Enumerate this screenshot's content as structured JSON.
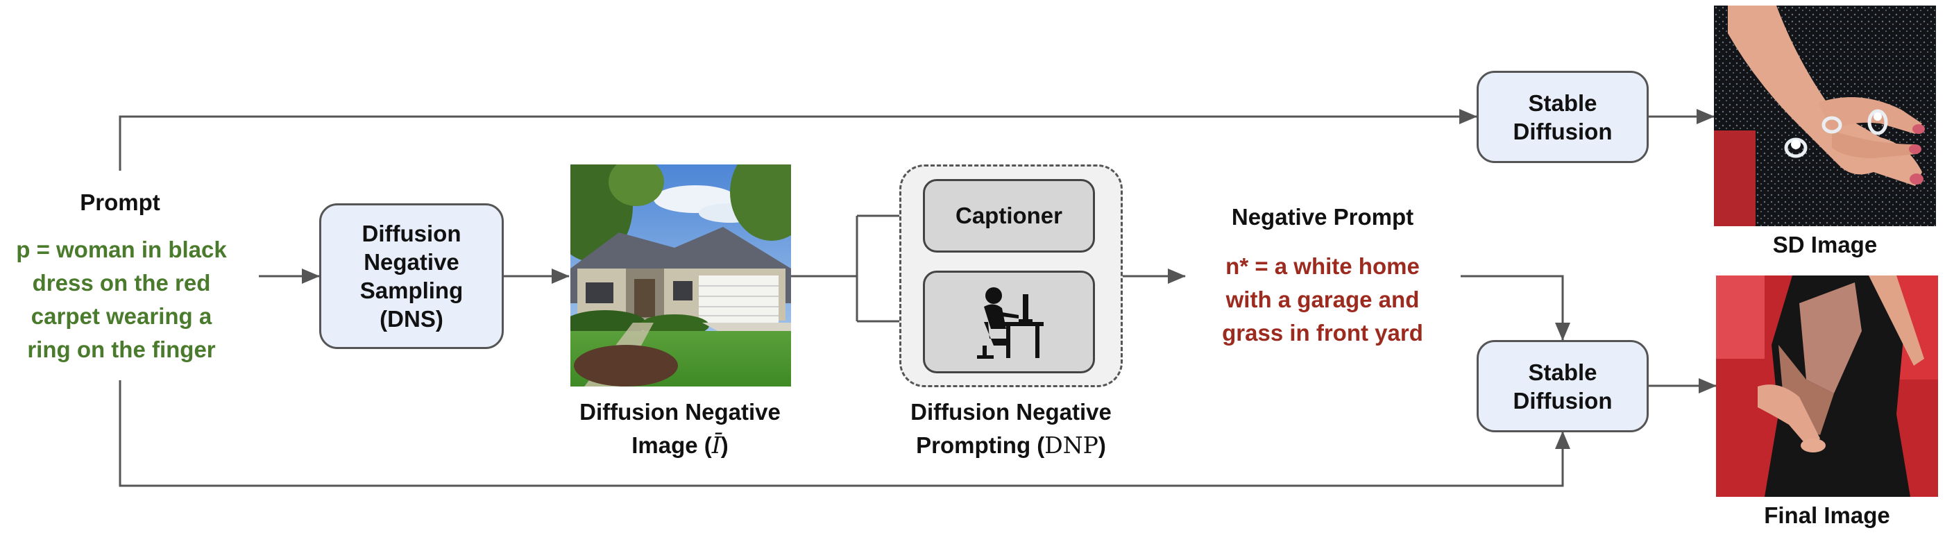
{
  "prompt": {
    "title": "Prompt",
    "lines": [
      "p = woman in black",
      "dress on the red",
      "carpet wearing a",
      "ring on the finger"
    ]
  },
  "dns_box": {
    "lines": [
      "Diffusion",
      "Negative",
      "Sampling",
      "(DNS)"
    ]
  },
  "negative_image": {
    "caption_line1": "Diffusion Negative",
    "caption_line2_prefix": "Image (",
    "caption_symbol": "Ī",
    "caption_line2_suffix": ")"
  },
  "dnp": {
    "captioner_label": "Captioner",
    "caption_line1": "Diffusion Negative",
    "caption_line2_prefix": "Prompting (",
    "caption_symbol": "DNP",
    "caption_line2_suffix": ")",
    "icon": "person-at-computer-icon"
  },
  "negative_prompt": {
    "title": "Negative Prompt",
    "lines": [
      "n* = a white home",
      "with a garage and",
      "grass in front yard"
    ]
  },
  "sd_top": {
    "lines": [
      "Stable",
      "Diffusion"
    ]
  },
  "sd_bottom": {
    "lines": [
      "Stable",
      "Diffusion"
    ]
  },
  "sd_image": {
    "caption": "SD Image"
  },
  "final_image": {
    "caption": "Final Image"
  },
  "colors": {
    "prompt_text": "#4a7a2c",
    "negative_prompt_text": "#9c2a1e",
    "box_fill": "#e8eefa",
    "captioner_fill": "#d6d6d6",
    "arrow": "#555555"
  }
}
